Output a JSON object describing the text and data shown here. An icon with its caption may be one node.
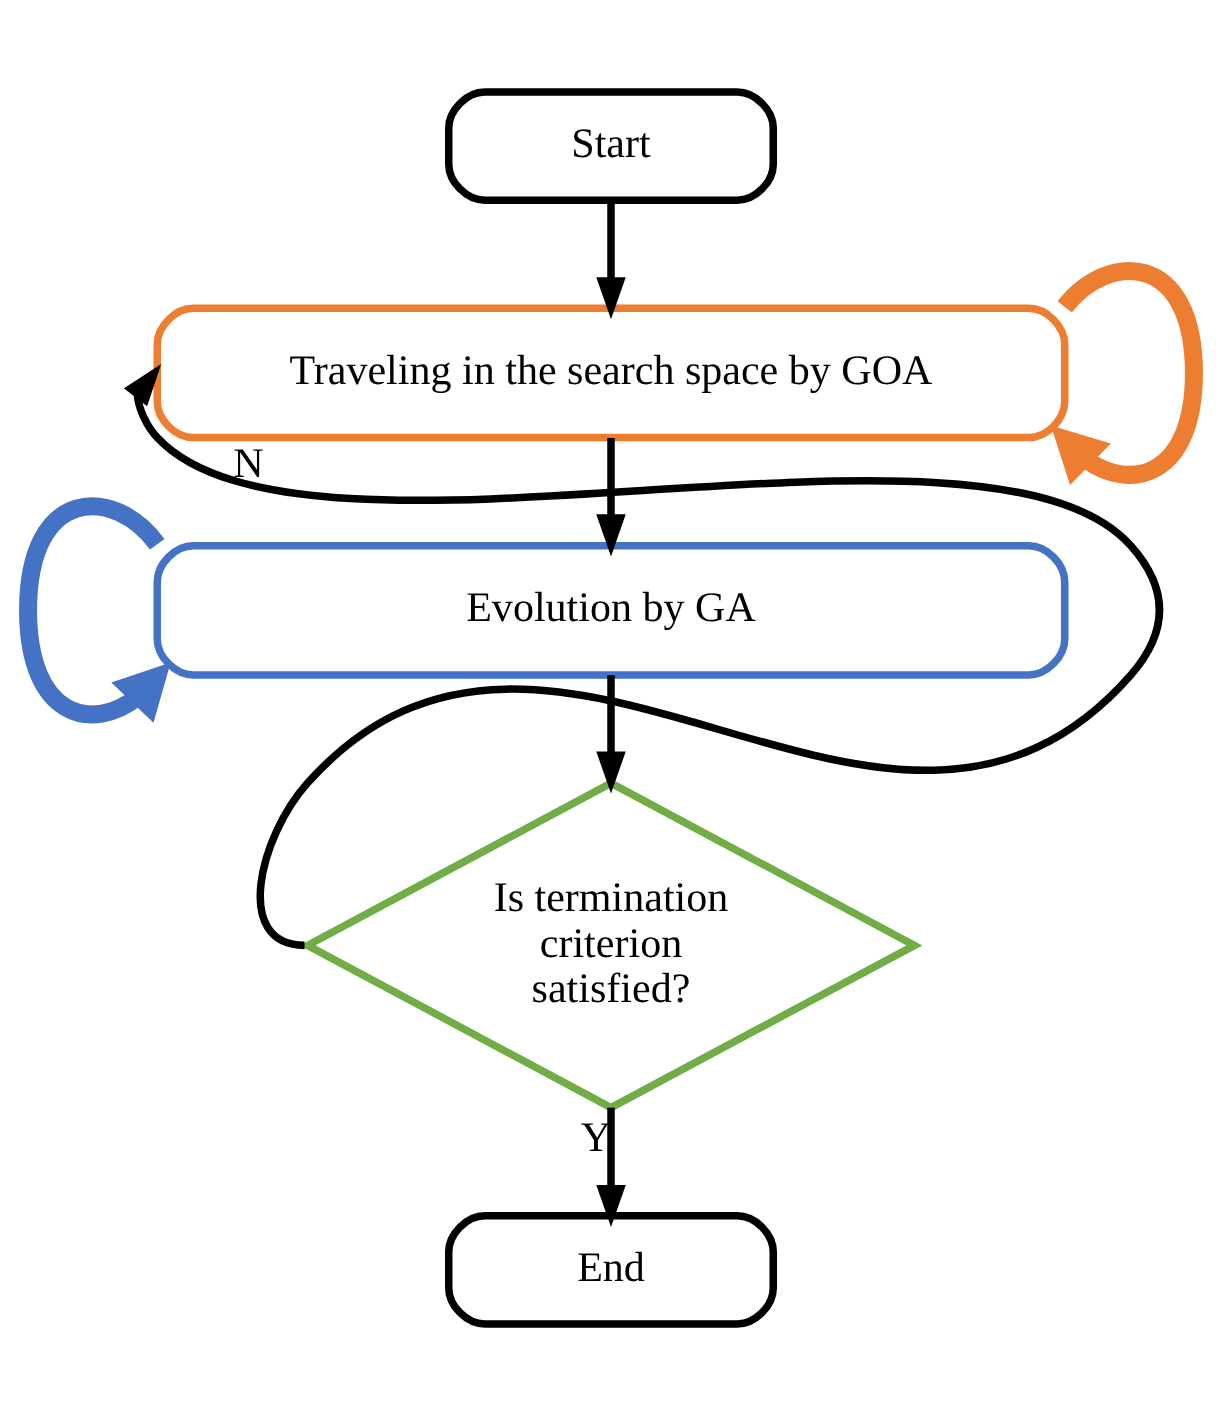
{
  "diagram": {
    "nodes": [
      {
        "text": [
          "Start"
        ]
      },
      {
        "text": [
          "Traveling in the search space by GOA"
        ]
      },
      {
        "text": [
          "Evolution by GA"
        ]
      },
      {
        "text": [
          "Is termination criterion satisfied?"
        ]
      },
      {
        "text": [
          "End"
        ]
      }
    ],
    "edges": [
      {
        "from": 0,
        "to": 1,
        "arrow": "to"
      },
      {
        "from": 1,
        "to": 2,
        "arrow": "to"
      },
      {
        "from": 2,
        "to": 3,
        "arrow": "to"
      },
      {
        "from": 3,
        "to": 1,
        "arrow": "to",
        "label": "N"
      },
      {
        "from": 3,
        "to": 4,
        "arrow": "to",
        "label": "Y"
      },
      {
        "from": 1,
        "to": 1,
        "arrow": "to",
        "style": "thick",
        "color": "#ed7d31"
      },
      {
        "from": 2,
        "to": 2,
        "arrow": "to",
        "style": "thick",
        "color": "#4472c4"
      }
    ]
  }
}
